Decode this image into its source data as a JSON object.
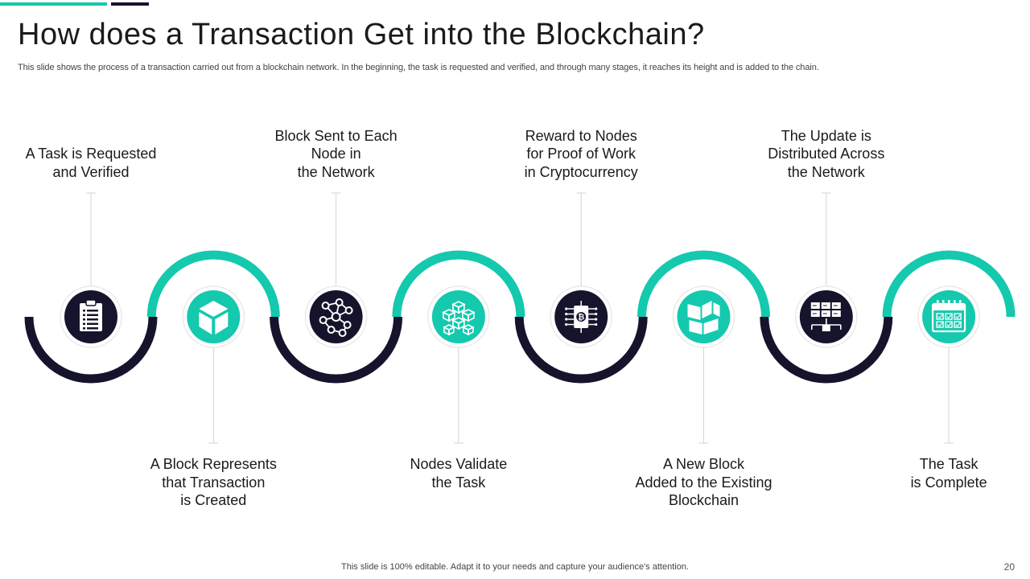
{
  "slide": {
    "title": "How does a Transaction  Get into the Blockchain?",
    "subtitle": "This slide shows the process of a transaction carried out from a blockchain network. In the beginning, the task is requested and verified, and through many stages, it reaches its height and is added to the chain.",
    "footer": "This slide is 100% editable. Adapt it to your needs and capture your audience's attention.",
    "page_number": "20"
  },
  "colors": {
    "teal": "#14c9ad",
    "navy": "#15142c",
    "connector": "#d4d4d4"
  },
  "steps": [
    {
      "lines": [
        "A Task is Requested",
        "and Verified"
      ],
      "label_pos": "top",
      "color": "navy",
      "icon": "clipboard-icon"
    },
    {
      "lines": [
        "A Block Represents",
        "that Transaction",
        "is Created"
      ],
      "label_pos": "bottom",
      "color": "teal",
      "icon": "cube-icon"
    },
    {
      "lines": [
        "Block Sent to Each",
        "Node in",
        "the Network"
      ],
      "label_pos": "top",
      "color": "navy",
      "icon": "network-nodes-icon"
    },
    {
      "lines": [
        "Nodes Validate",
        "the Task"
      ],
      "label_pos": "bottom",
      "color": "teal",
      "icon": "block-cluster-icon"
    },
    {
      "lines": [
        "Reward to Nodes",
        "for Proof of Work",
        "in Cryptocurrency"
      ],
      "label_pos": "top",
      "color": "navy",
      "icon": "bitcoin-chip-icon"
    },
    {
      "lines": [
        "A New Block",
        "Added to the Existing",
        "Blockchain"
      ],
      "label_pos": "bottom",
      "color": "teal",
      "icon": "stacked-blocks-icon"
    },
    {
      "lines": [
        "The Update is",
        "Distributed Across",
        "the Network"
      ],
      "label_pos": "top",
      "color": "navy",
      "icon": "server-network-icon"
    },
    {
      "lines": [
        "The Task",
        "is Complete"
      ],
      "label_pos": "bottom",
      "color": "teal",
      "icon": "calendar-check-icon"
    }
  ]
}
